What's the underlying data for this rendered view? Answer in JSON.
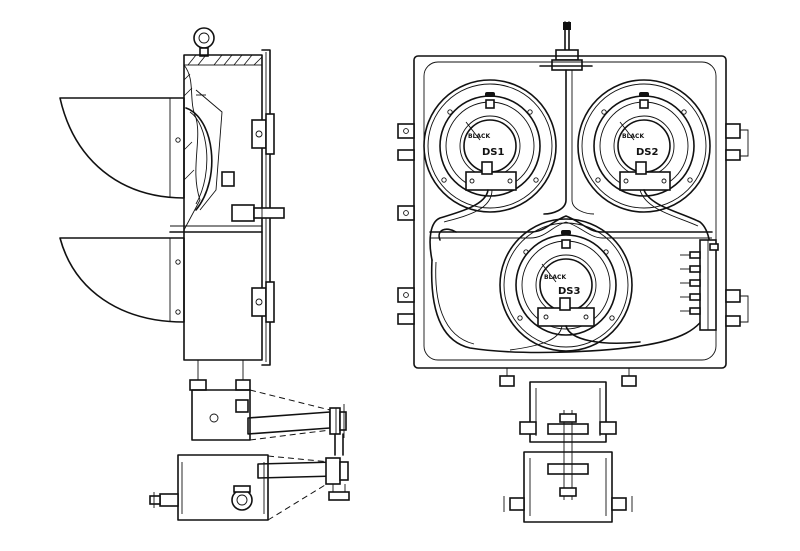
{
  "labels": {
    "wire_1": "BLACK",
    "wire_2": "BLACK",
    "wire_3": "BLACK",
    "ds1": "DS1",
    "ds2": "DS2",
    "ds3": "DS3"
  },
  "colors": {
    "ink": "#111111",
    "paper": "#ffffff"
  }
}
